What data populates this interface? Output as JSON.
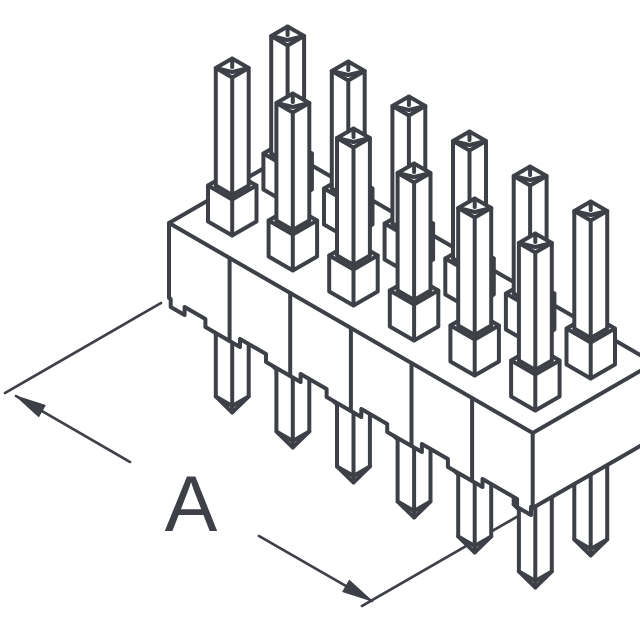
{
  "figure": {
    "label_a": "A"
  },
  "component": {
    "type": "pin header",
    "rows": 2,
    "positions_per_row": 6,
    "pin_count": 12
  },
  "dimension": {
    "label": "A"
  },
  "colors": {
    "line": "#3d4046",
    "background": "#ffffff"
  }
}
